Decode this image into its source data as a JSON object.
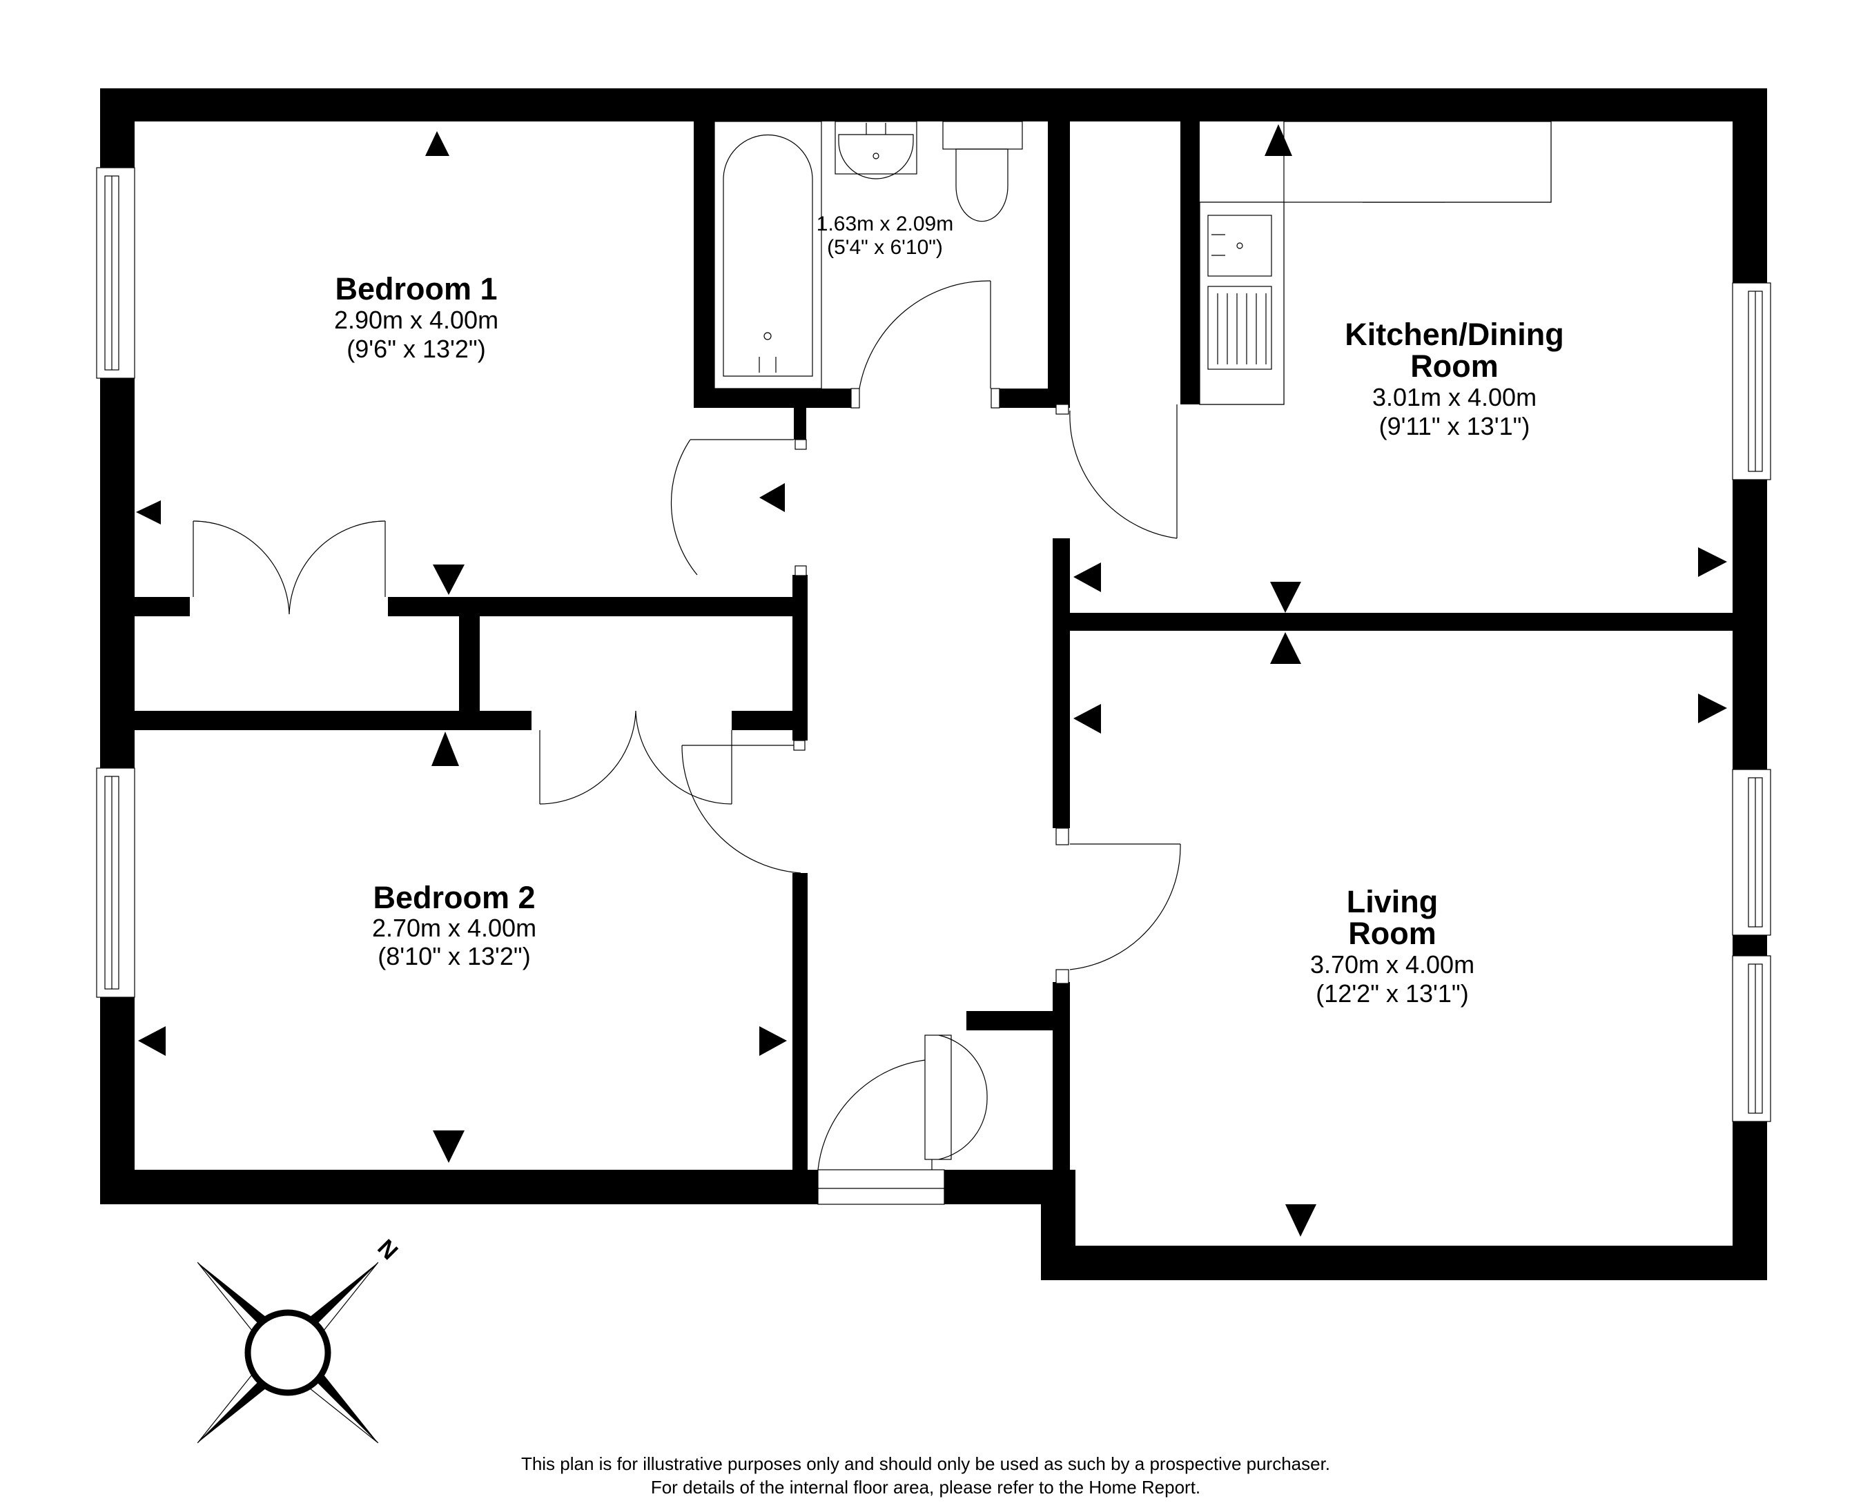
{
  "rooms": {
    "bedroom1": {
      "name": "Bedroom 1",
      "metric": "2.90m x 4.00m",
      "imperial": "(9'6\" x 13'2\")"
    },
    "bathroom": {
      "metric": "1.63m x 2.09m",
      "imperial": "(5'4\" x 6'10\")"
    },
    "kitchen": {
      "name_line1": "Kitchen/Dining",
      "name_line2": "Room",
      "metric": "3.01m x 4.00m",
      "imperial": "(9'11\" x 13'1\")"
    },
    "bedroom2": {
      "name": "Bedroom 2",
      "metric": "2.70m x 4.00m",
      "imperial": "(8'10\" x 13'2\")"
    },
    "living": {
      "name_line1": "Living",
      "name_line2": "Room",
      "metric": "3.70m x 4.00m",
      "imperial": "(12'2\" x 13'1\")"
    }
  },
  "compass": {
    "north_label": "N"
  },
  "disclaimer": {
    "line1": "This plan is for illustrative purposes only and should only be used as such by a prospective purchaser.",
    "line2": "For details of the internal floor area, please refer to the Home Report."
  }
}
